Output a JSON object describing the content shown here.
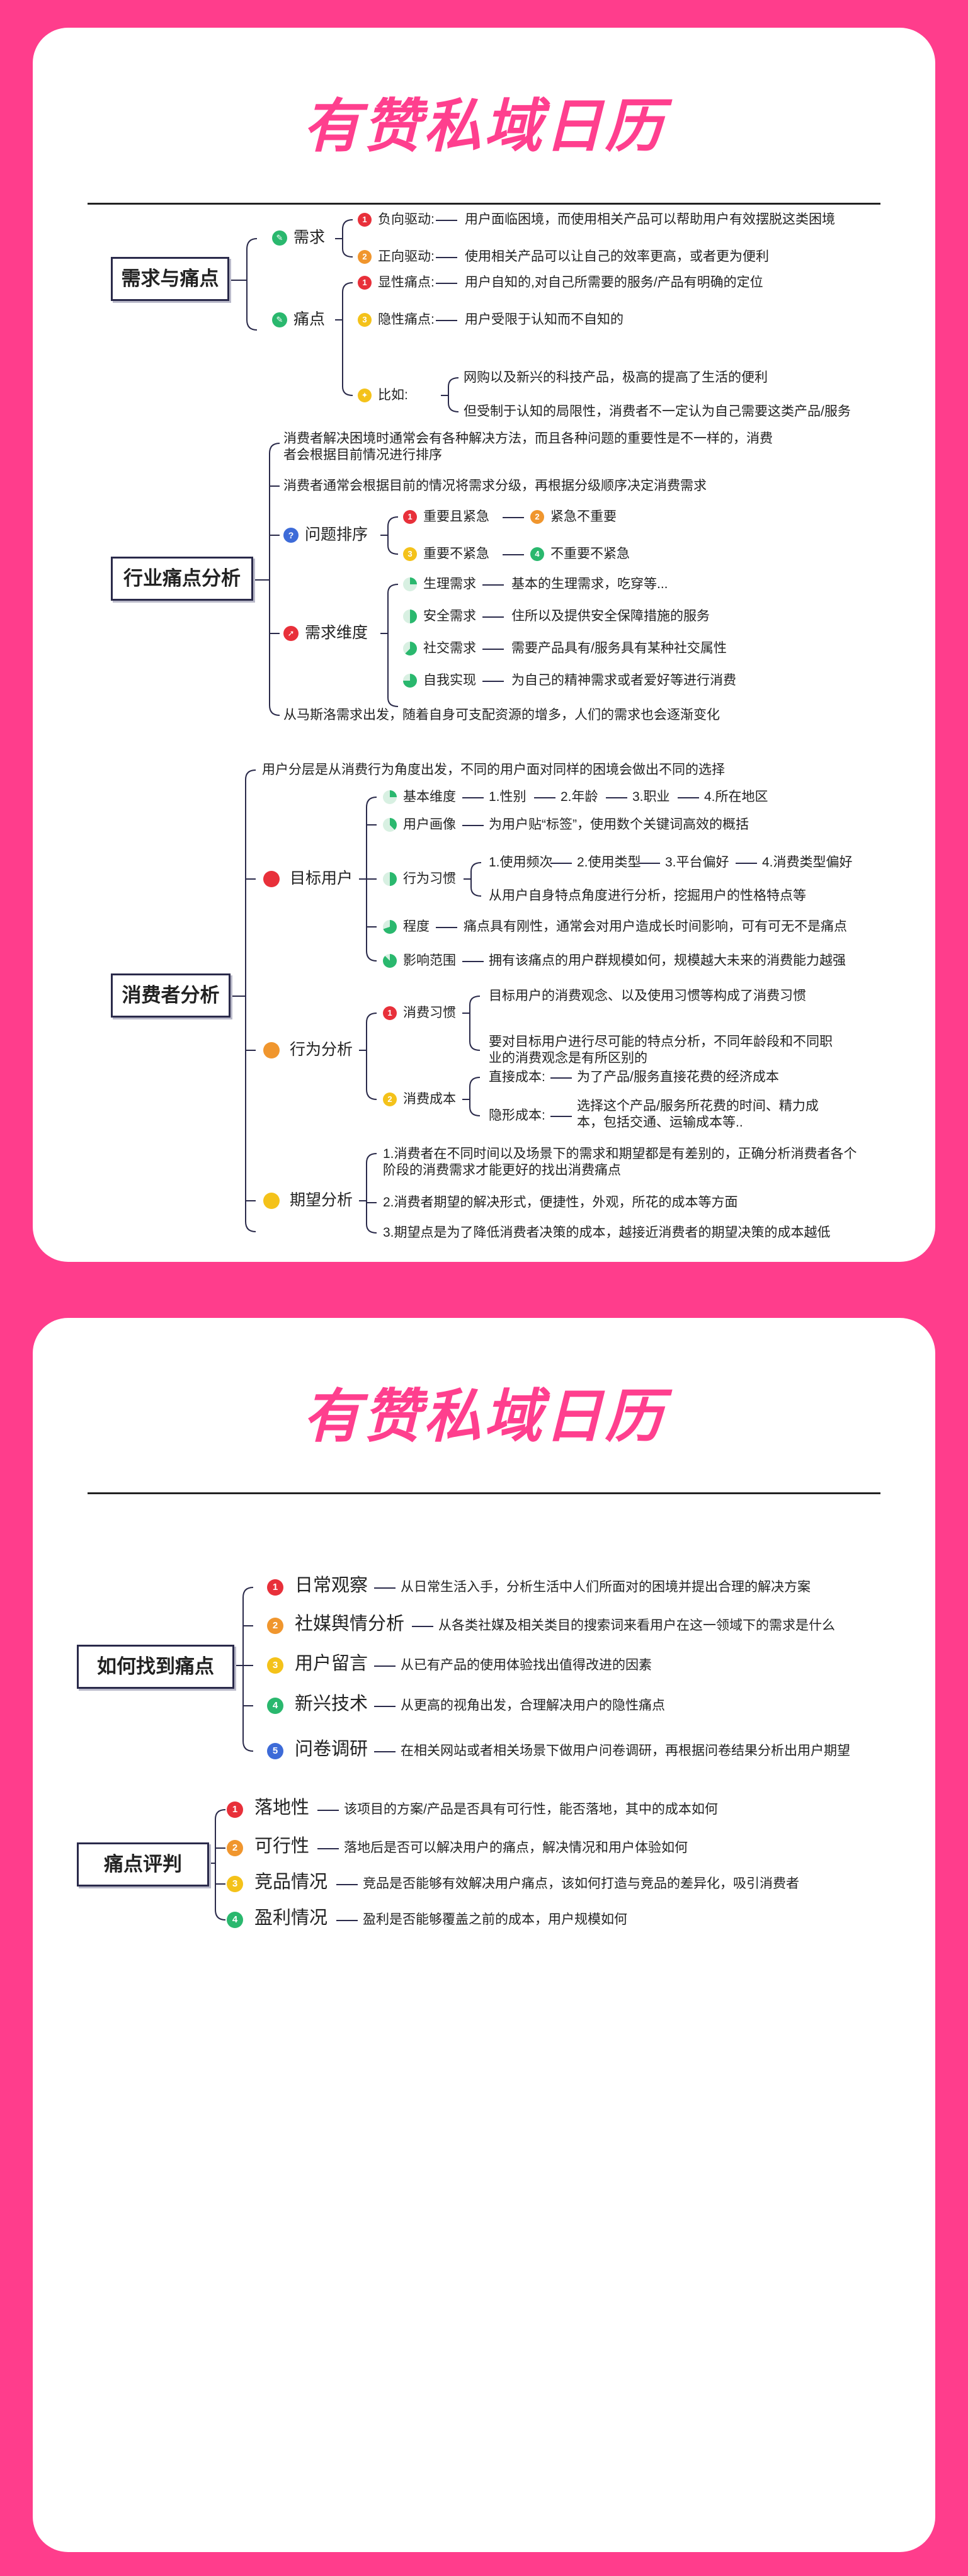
{
  "brand": {
    "title": "有赞私域日历"
  },
  "colors": {
    "page_bg": "#ff3d8c",
    "title_pink": "#ff3f8e",
    "red": "#e8303a",
    "orange": "#f0962e",
    "yellow": "#f4c21a",
    "green": "#2ab86e",
    "blue": "#3d6bd8",
    "navy": "#2a2a4a"
  },
  "sec1": {
    "title": "需求与痛点",
    "need": {
      "label": "需求",
      "a_label": "负向驱动:",
      "a_text": "用户面临困境，而使用相关产品可以帮助用户有效摆脱这类困境",
      "b_label": "正向驱动:",
      "b_text": "使用相关产品可以让自己的效率更高，或者更为便利"
    },
    "pain": {
      "label": "痛点",
      "a_label": "显性痛点:",
      "a_text": "用户自知的,对自己所需要的服务/产品有明确的定位",
      "b_label": "隐性痛点:",
      "b_text": "用户受限于认知而不自知的",
      "c_label": "比如:",
      "c1": "网购以及新兴的科技产品，极高的提高了生活的便利",
      "c2": "但受制于认知的局限性，消费者不一定认为自己需要这类产品/服务"
    }
  },
  "sec2": {
    "title": "行业痛点分析",
    "i1": "消费者解决困境时通常会有各种解决方法，而且各种问题的重要性是不一样的，消费者会根据目前情况进行排序",
    "i2": "消费者通常会根据目前的情况将需求分级，再根据分级顺序决定消费需求",
    "rank": {
      "label": "问题排序",
      "q1": "重要且紧急",
      "q2": "紧急不重要",
      "q3": "重要不紧急",
      "q4": "不重要不紧急"
    },
    "dim": {
      "label": "需求维度",
      "r1_label": "生理需求",
      "r1_text": "基本的生理需求，吃穿等...",
      "r2_label": "安全需求",
      "r2_text": "住所以及提供安全保障措施的服务",
      "r3_label": "社交需求",
      "r3_text": "需要产品具有/服务具有某种社交属性",
      "r4_label": "自我实现",
      "r4_text": "为自己的精神需求或者爱好等进行消费"
    },
    "i3": "从马斯洛需求出发，随着自身可支配资源的增多，人们的需求也会逐渐变化"
  },
  "sec3": {
    "title": "消费者分析",
    "intro": "用户分层是从消费行为角度出发，不同的用户面对同样的困境会做出不同的选择",
    "target": {
      "label": "目标用户",
      "basic": {
        "label": "基本维度",
        "items": [
          "1.性别",
          "2.年龄",
          "3.职业",
          "4.所在地区"
        ]
      },
      "portrait": {
        "label": "用户画像",
        "text": "为用户贴“标签”，使用数个关键词高效的概括"
      },
      "habit": {
        "label": "行为习惯",
        "items": [
          "1.使用频次",
          "2.使用类型",
          "3.平台偏好",
          "4.消费类型偏好"
        ],
        "sub": "从用户自身特点角度进行分析，挖掘用户的性格特点等"
      },
      "degree": {
        "label": "程度",
        "text": "痛点具有刚性，通常会对用户造成长时间影响，可有可无不是痛点"
      },
      "scope": {
        "label": "影响范围",
        "text": "拥有该痛点的用户群规模如何，规模越大未来的消费能力越强"
      }
    },
    "behavior": {
      "label": "行为分析",
      "habit": {
        "label": "消费习惯",
        "t1": "目标用户的消费观念、以及使用习惯等构成了消费习惯",
        "t2": "要对目标用户进行尽可能的特点分析，不同年龄段和不同职业的消费观念是有所区别的"
      },
      "cost": {
        "label": "消费成本",
        "direct_label": "直接成本:",
        "direct_text": "为了产品/服务直接花费的经济成本",
        "hidden_label": "隐形成本:",
        "hidden_text": "选择这个产品/服务所花费的时间、精力成本，包括交通、运输成本等.."
      }
    },
    "expect": {
      "label": "期望分析",
      "e1": "1.消费者在不同时间以及场景下的需求和期望都是有差别的，正确分析消费者各个阶段的消费需求才能更好的找出消费痛点",
      "e2": "2.消费者期望的解决形式，便捷性，外观，所花的成本等方面",
      "e3": "3.期望点是为了降低消费者决策的成本，越接近消费者的期望决策的成本越低"
    }
  },
  "sec4": {
    "title": "如何找到痛点",
    "items": [
      {
        "num": "1",
        "label": "日常观察",
        "text": "从日常生活入手，分析生活中人们所面对的困境并提出合理的解决方案"
      },
      {
        "num": "2",
        "label": "社媒舆情分析",
        "text": "从各类社媒及相关类目的搜索词来看用户在这一领域下的需求是什么"
      },
      {
        "num": "3",
        "label": "用户留言",
        "text": "从已有产品的使用体验找出值得改进的因素"
      },
      {
        "num": "4",
        "label": "新兴技术",
        "text": "从更高的视角出发，合理解决用户的隐性痛点"
      },
      {
        "num": "5",
        "label": "问卷调研",
        "text": "在相关网站或者相关场景下做用户问卷调研，再根据问卷结果分析出用户期望"
      }
    ]
  },
  "sec5": {
    "title": "痛点评判",
    "items": [
      {
        "num": "1",
        "label": "落地性",
        "text": "该项目的方案/产品是否具有可行性，能否落地，其中的成本如何"
      },
      {
        "num": "2",
        "label": "可行性",
        "text": "落地后是否可以解决用户的痛点，解决情况和用户体验如何"
      },
      {
        "num": "3",
        "label": "竞品情况",
        "text": "竞品是否能够有效解决用户痛点，该如何打造与竞品的差异化，吸引消费者"
      },
      {
        "num": "4",
        "label": "盈利情况",
        "text": "盈利是否能够覆盖之前的成本，用户规模如何"
      }
    ]
  }
}
